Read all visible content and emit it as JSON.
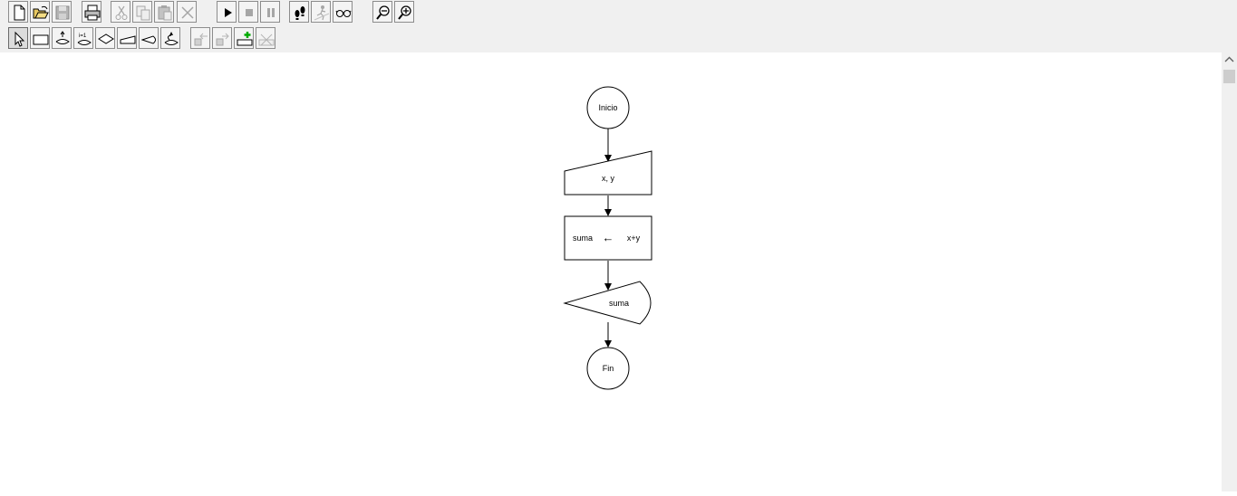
{
  "toolbar": {
    "row1": [
      {
        "name": "new-file-button",
        "icon": "new-file-icon",
        "disabled": false
      },
      {
        "name": "open-button",
        "icon": "open-folder-icon",
        "disabled": false
      },
      {
        "name": "save-button",
        "icon": "save-icon",
        "disabled": true
      },
      {
        "name": "print-button",
        "icon": "printer-icon",
        "disabled": false
      },
      {
        "name": "cut-button",
        "icon": "scissors-icon",
        "disabled": true
      },
      {
        "name": "copy-button",
        "icon": "copy-icon",
        "disabled": true
      },
      {
        "name": "paste-button",
        "icon": "paste-icon",
        "disabled": true
      },
      {
        "name": "delete-button",
        "icon": "delete-x-icon",
        "disabled": true
      },
      {
        "name": "run-button",
        "icon": "play-icon",
        "disabled": false
      },
      {
        "name": "stop-button",
        "icon": "stop-icon",
        "disabled": true
      },
      {
        "name": "pause-button",
        "icon": "pause-icon",
        "disabled": true
      },
      {
        "name": "step-button",
        "icon": "footsteps-icon",
        "disabled": false
      },
      {
        "name": "step-into-button",
        "icon": "running-figure-icon",
        "disabled": true
      },
      {
        "name": "watch-button",
        "icon": "glasses-icon",
        "disabled": false
      },
      {
        "name": "zoom-out-button",
        "icon": "zoom-out-icon",
        "disabled": false
      },
      {
        "name": "zoom-in-button",
        "icon": "zoom-in-icon",
        "disabled": false
      }
    ],
    "row2": [
      {
        "name": "select-tool-button",
        "icon": "cursor-arrow-icon",
        "disabled": false,
        "pressed": true
      },
      {
        "name": "process-tool-button",
        "icon": "process-rect-icon",
        "disabled": false
      },
      {
        "name": "condition-tool-button",
        "icon": "while-loop-icon",
        "disabled": false
      },
      {
        "name": "for-tool-button",
        "icon": "for-loop-icon",
        "disabled": false
      },
      {
        "name": "decision-tool-button",
        "icon": "diamond-icon",
        "disabled": false
      },
      {
        "name": "input-tool-button",
        "icon": "input-trapezoid-icon",
        "disabled": false
      },
      {
        "name": "output-tool-button",
        "icon": "display-output-icon",
        "disabled": false
      },
      {
        "name": "repeat-tool-button",
        "icon": "repeat-loop-icon",
        "disabled": false
      },
      {
        "name": "move-left-button",
        "icon": "move-left-icon",
        "disabled": true
      },
      {
        "name": "move-right-button",
        "icon": "move-right-icon",
        "disabled": true
      },
      {
        "name": "add-function-button",
        "icon": "add-function-icon",
        "disabled": false
      },
      {
        "name": "delete-function-button",
        "icon": "delete-function-icon",
        "disabled": true
      }
    ]
  },
  "flowchart": {
    "start_label": "Inicio",
    "input_label": "x, y",
    "process_var": "suma",
    "process_arrow": "←",
    "process_expr": "x+y",
    "output_label": "suma",
    "end_label": "Fin"
  },
  "scrollbar": {
    "up_arrow_icon": "chevron-up-icon"
  }
}
